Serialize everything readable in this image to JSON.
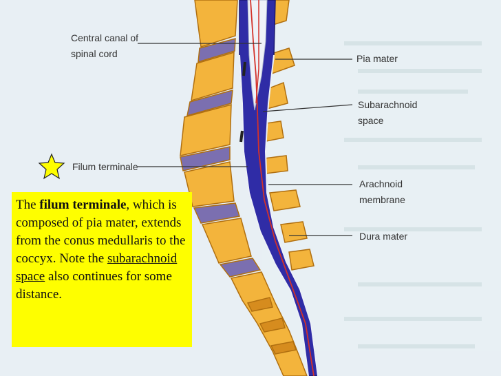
{
  "labels": {
    "central_canal_line1": "Central canal of",
    "central_canal_line2": "spinal cord",
    "pia_mater": "Pia mater",
    "subarachnoid_line1": "Subarachnoid",
    "subarachnoid_line2": "space",
    "filum_terminale": "Filum terminale",
    "arachnoid_line1": "Arachnoid",
    "arachnoid_line2": "membrane",
    "dura_mater": "Dura mater"
  },
  "caption": {
    "part1": "The ",
    "bold_term": "filum terminale",
    "part2": ", which is composed of pia mater, extends from the conus medullaris to the coccyx. Note the ",
    "underlined_term": "subarachnoid space",
    "part3": " also continues for some distance."
  },
  "colors": {
    "background": "#e8f0f4",
    "vertebra_fill": "#f3b43c",
    "vertebra_dark": "#d68c1e",
    "disc_fill": "#7b6fb0",
    "dural_sac": "#2f2ca6",
    "cord_white": "#eef2f8",
    "pia_red": "#d3322a",
    "caption_bg": "#fefe00",
    "star_fill": "#fefe00"
  },
  "icons": {
    "star": "star-icon"
  }
}
